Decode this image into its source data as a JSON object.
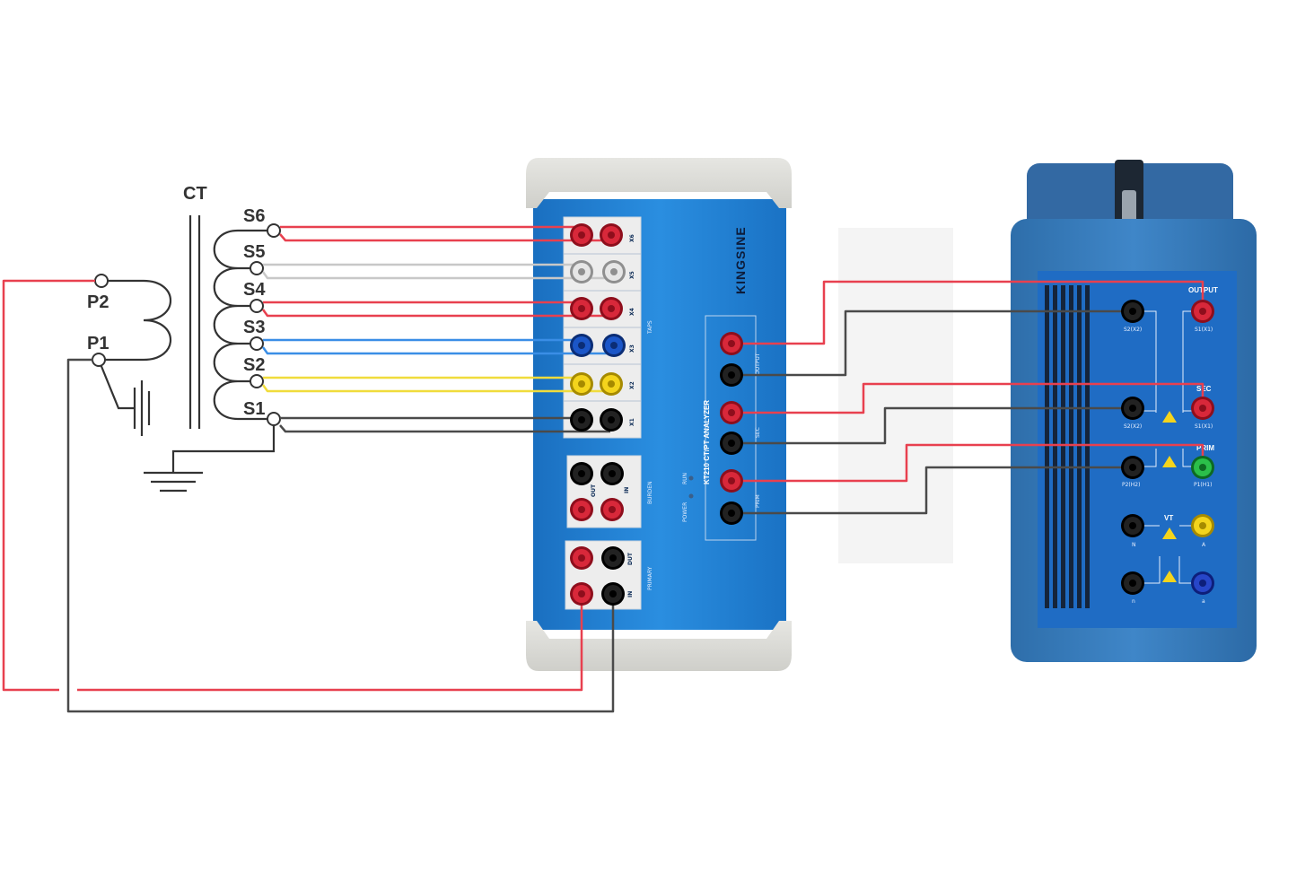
{
  "ct": {
    "title": "CT",
    "secondary_taps": [
      "S6",
      "S5",
      "S4",
      "S3",
      "S2",
      "S1"
    ],
    "primary_terminals": [
      "P2",
      "P1"
    ]
  },
  "analyzer": {
    "brand": "KINGSINE",
    "model": "KT210 CT/PT ANALYZER",
    "taps_label": "TAPS",
    "tap_labels": [
      "X6",
      "X5",
      "X4",
      "X3",
      "X2",
      "X1"
    ],
    "burden_label": "BURDEN",
    "burden_out": "OUT",
    "burden_in": "IN",
    "primary_label": "PRIMARY",
    "primary_dut": "DUT",
    "primary_in": "IN",
    "power_label": "POWER",
    "run_label": "RUN",
    "output_label": "OUTPUT",
    "sec_label": "SEC",
    "prim_label": "PRIM"
  },
  "tester": {
    "output_label": "OUTPUT",
    "sec_label": "SEC",
    "prim_label": "PRIM",
    "vt_label": "VT",
    "jack_labels": {
      "out_s2": "S2(X2)",
      "out_s1": "S1(X1)",
      "sec_s2": "S2(X2)",
      "sec_s1": "S1(X1)",
      "prim_p2": "P2(H2)",
      "prim_p1": "P1(H1)",
      "vt_n": "N",
      "vt_a": "A",
      "bot_n": "n",
      "bot_a": "a"
    }
  },
  "colors": {
    "red_wire": "#e8404f",
    "dark_wire": "#4a4a4a",
    "white_wire": "#c8c8c8",
    "blue_wire": "#3a8ee6",
    "yellow_wire": "#f0dc3c",
    "analyzer_body": "#1f7fcf",
    "tester_body": "#3a7fc0"
  }
}
